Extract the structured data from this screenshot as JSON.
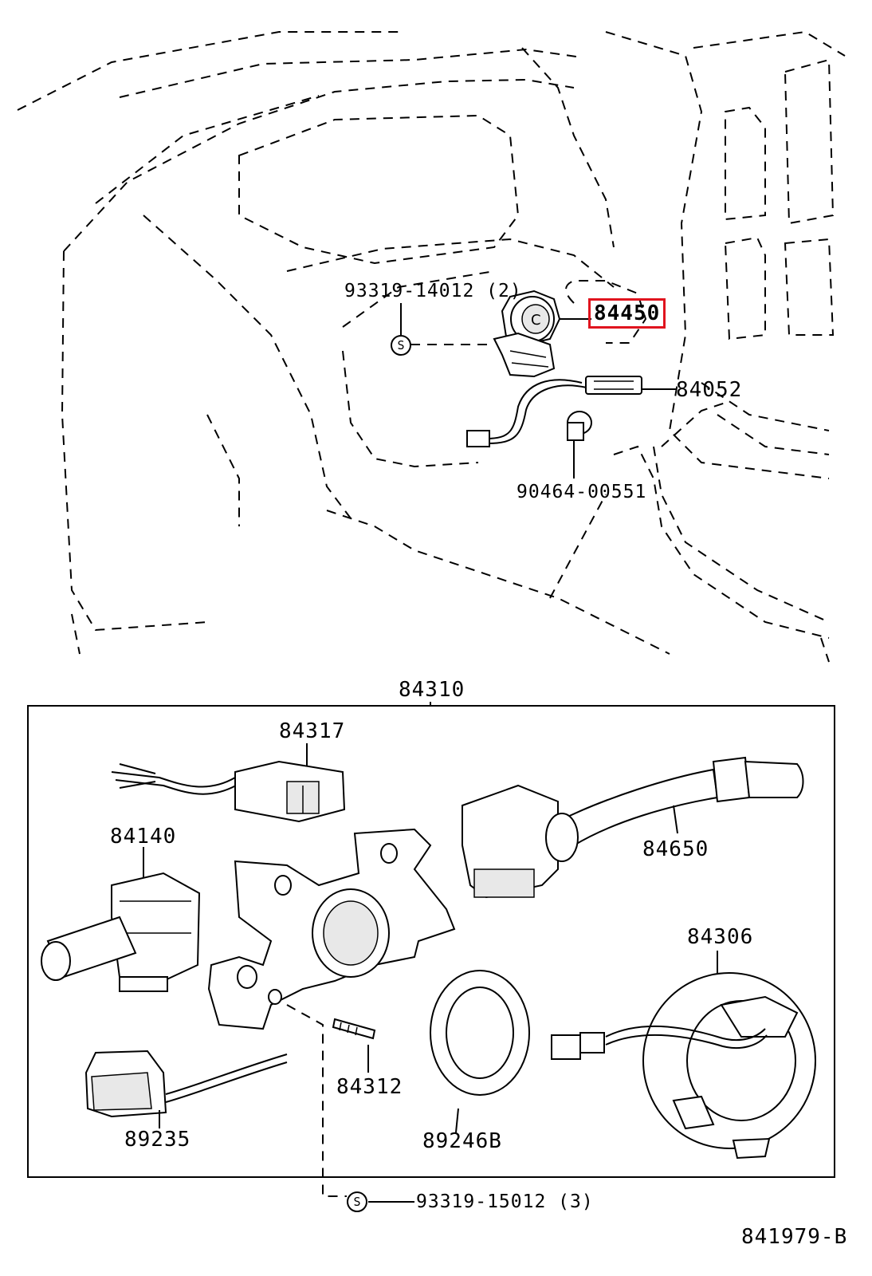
{
  "diagram": {
    "drawing_number": "841979-B",
    "parts": {
      "ignition_switch": "84450",
      "ignition_screw": "93319-14012 (2)",
      "harness": "84052",
      "clamp": "90464-00551",
      "combination_switch_assy": "84310",
      "connector": "84317",
      "headlight_switch": "84140",
      "wiper_switch": "84650",
      "spiral_cable": "84306",
      "pin": "84312",
      "cruise_switch": "89235",
      "ring": "89246B",
      "assy_screw": "93319-15012 (3)"
    },
    "screw_symbol": "S",
    "highlight_color": "#e0141e"
  }
}
